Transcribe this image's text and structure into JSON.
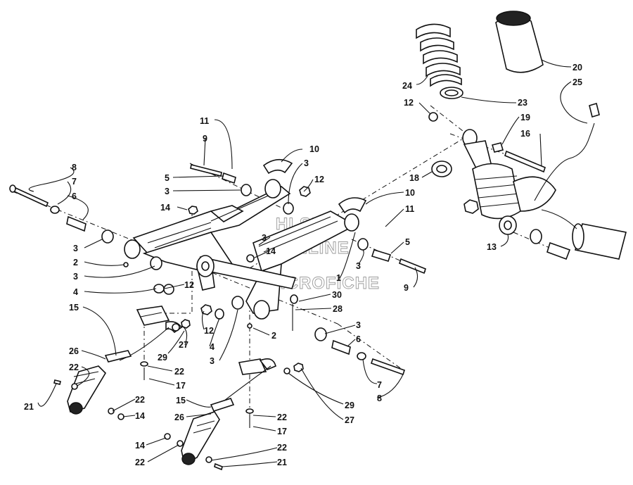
{
  "watermark": [
    "HLSMS",
    "ONLINE",
    "MICROFICHE"
  ],
  "callouts": [
    "8",
    "7",
    "6",
    "3",
    "2",
    "3",
    "4",
    "15",
    "26",
    "22",
    "21",
    "11",
    "9",
    "5",
    "3",
    "14",
    "10",
    "3",
    "12",
    "12",
    "27",
    "29",
    "22",
    "17",
    "12",
    "4",
    "3",
    "2",
    "3",
    "6",
    "7",
    "8",
    "15",
    "26",
    "22",
    "14",
    "14",
    "22",
    "22",
    "21",
    "22",
    "17",
    "29",
    "27",
    "10",
    "11",
    "5",
    "3",
    "14",
    "3",
    "1",
    "30",
    "28",
    "9",
    "20",
    "25",
    "24",
    "23",
    "12",
    "19",
    "16",
    "18",
    "13"
  ]
}
